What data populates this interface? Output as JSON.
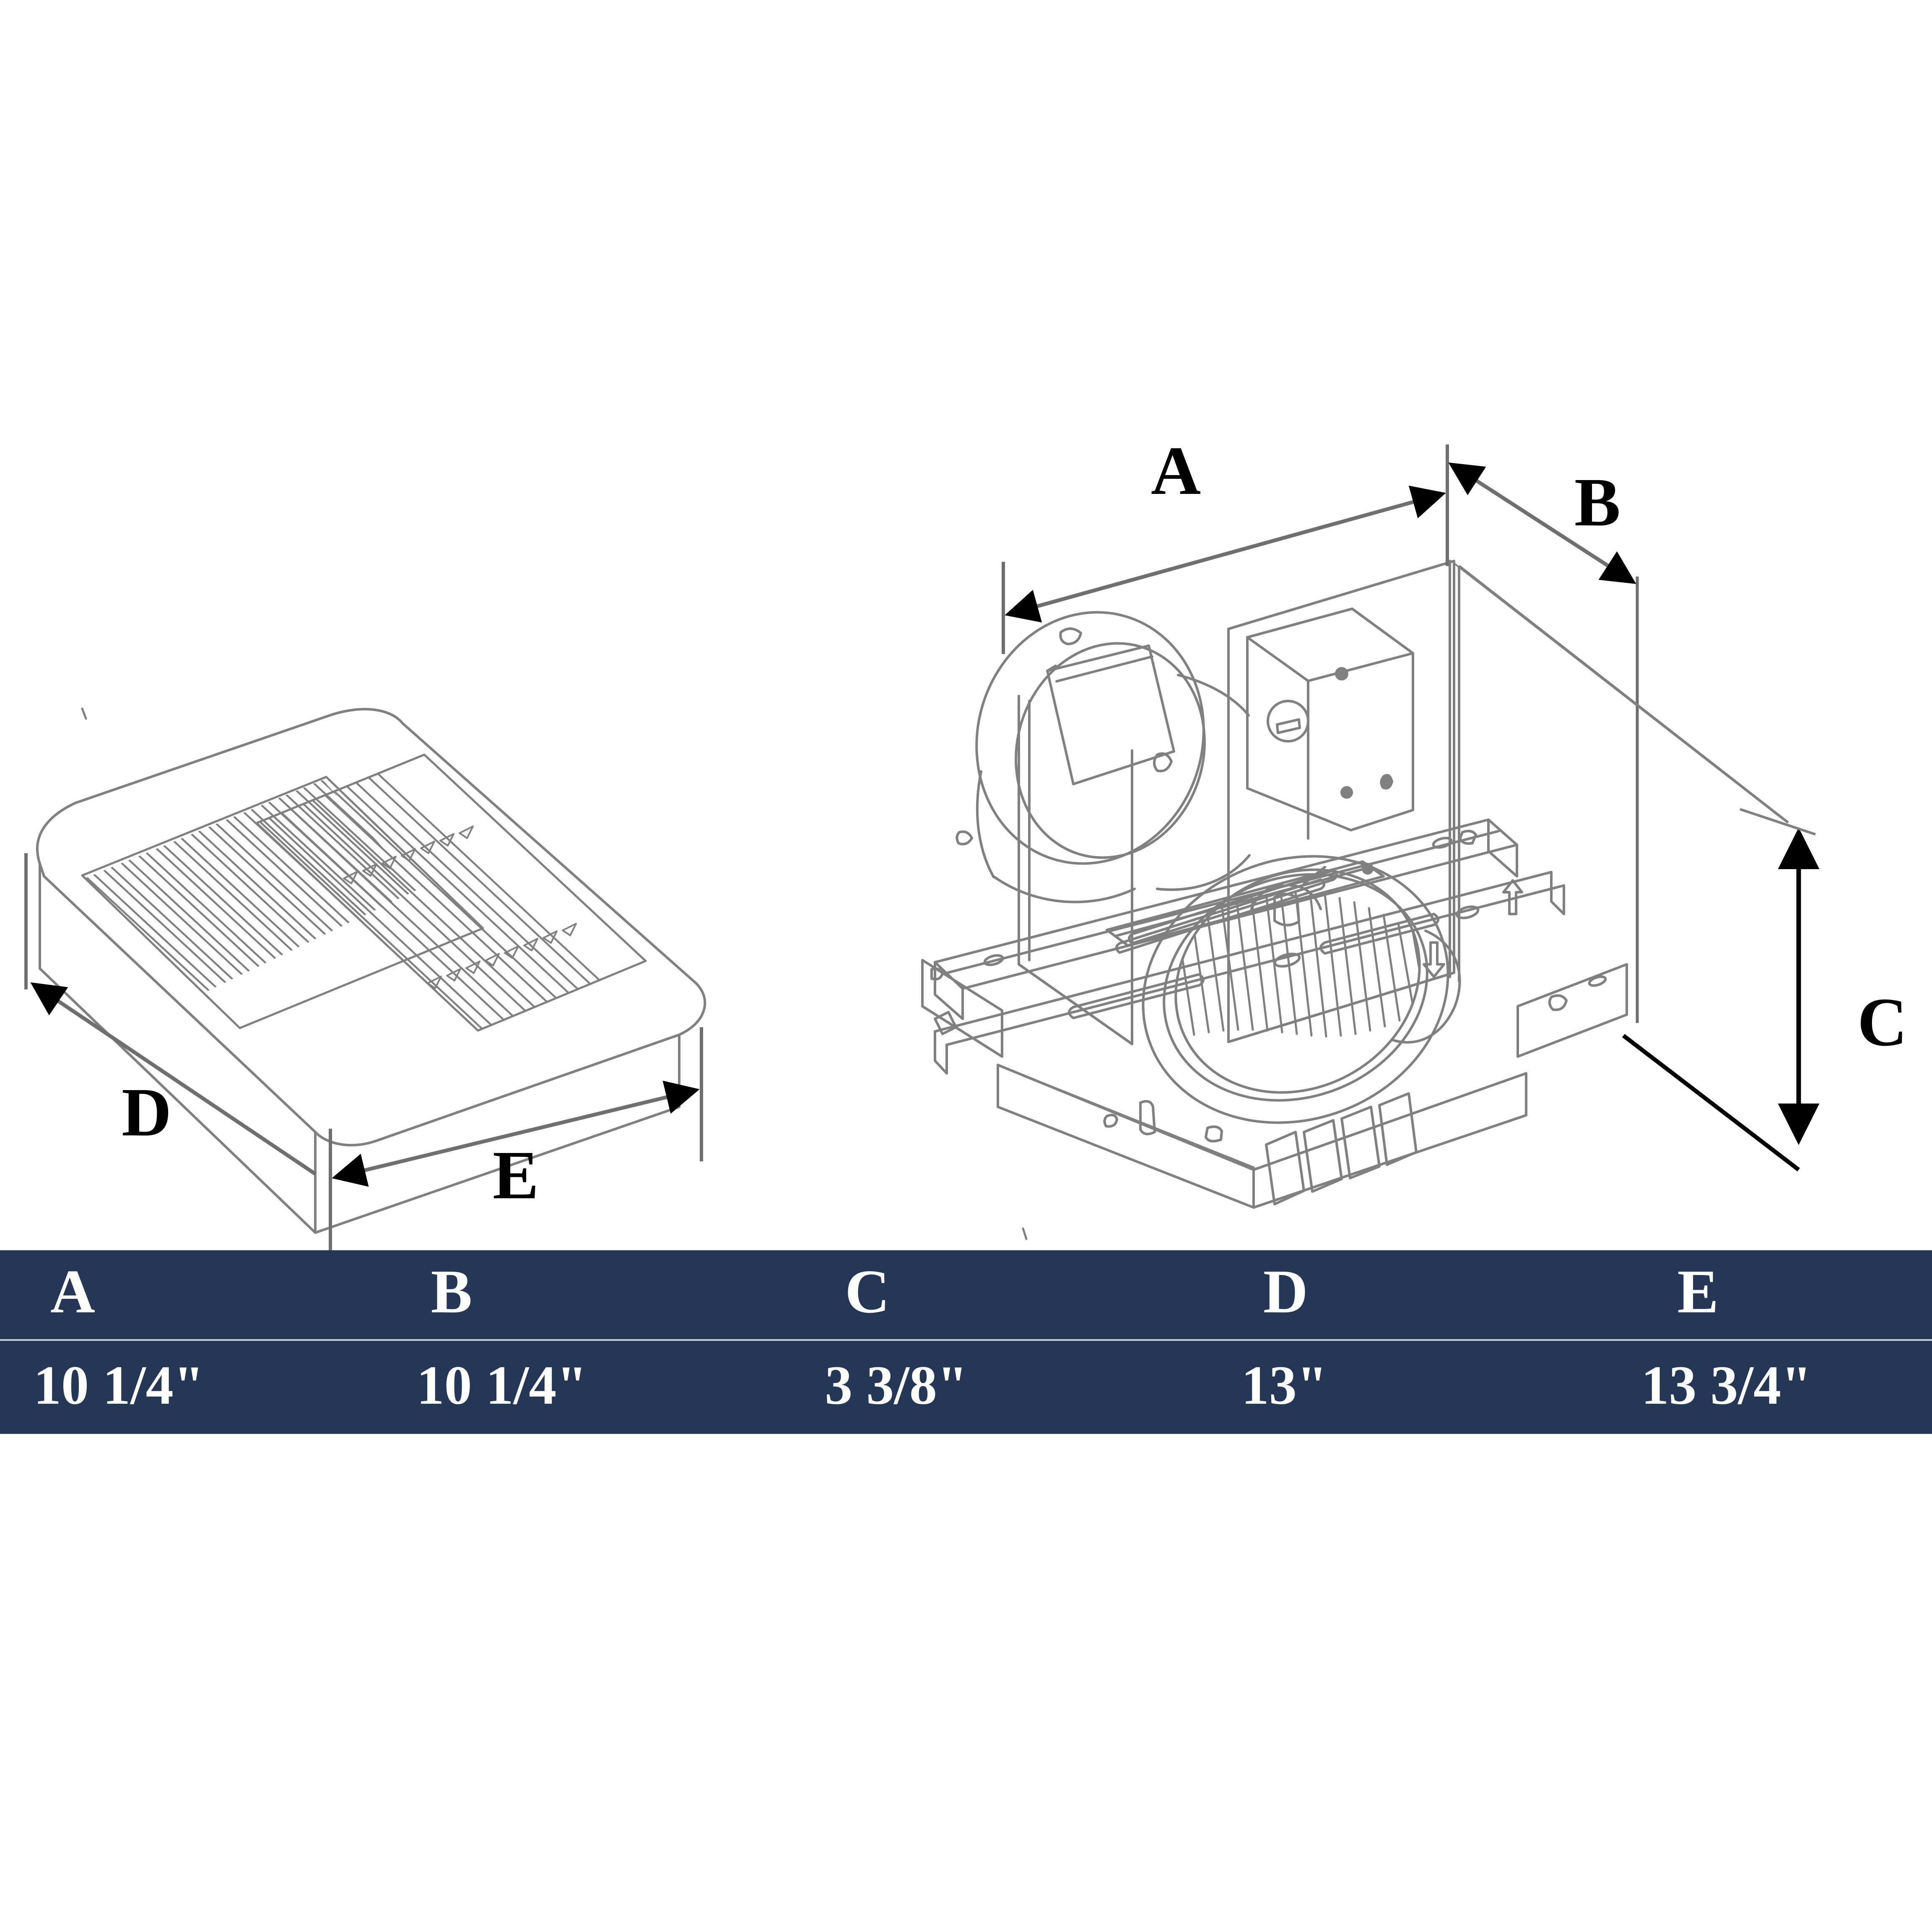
{
  "figure": {
    "kind": "technical-dimension-drawing",
    "subject": "Ceiling exhaust ventilation fan — grille cover and housing assembly",
    "background_color": "#ffffff",
    "line_color": "#808080",
    "annotation_color": "#000000"
  },
  "left_view": {
    "name": "grille-cover-isometric",
    "description": "Isometric view of rounded rectangular fan grille cover with two banks of angled louver slats",
    "dimension_labels": [
      {
        "key": "D",
        "label": "D"
      },
      {
        "key": "E",
        "label": "E"
      }
    ]
  },
  "right_view": {
    "name": "fan-housing-isometric",
    "description": "Isometric view of fan housing with round duct collar, square damper, electrical junction box, centrifugal blower wheel and mounting brackets",
    "dimension_labels": [
      {
        "key": "A",
        "label": "A"
      },
      {
        "key": "B",
        "label": "B"
      },
      {
        "key": "C",
        "label": "C"
      }
    ]
  },
  "dimension_table": {
    "background_color": "#253756",
    "text_color": "#ffffff",
    "divider_color": "#c9cedb",
    "headers": [
      "A",
      "B",
      "C",
      "D",
      "E"
    ],
    "values": [
      "10 1/4\"",
      "10 1/4\"",
      "3 3/8\"",
      "13\"",
      "13 3/4\""
    ],
    "rows": [
      {
        "key": "A",
        "header": "A",
        "value": "10 1/4\""
      },
      {
        "key": "B",
        "header": "B",
        "value": "10 1/4\""
      },
      {
        "key": "C",
        "header": "C",
        "value": "3 3/8\""
      },
      {
        "key": "D",
        "header": "D",
        "value": "13\""
      },
      {
        "key": "E",
        "header": "E",
        "value": "13 3/4\""
      }
    ]
  }
}
